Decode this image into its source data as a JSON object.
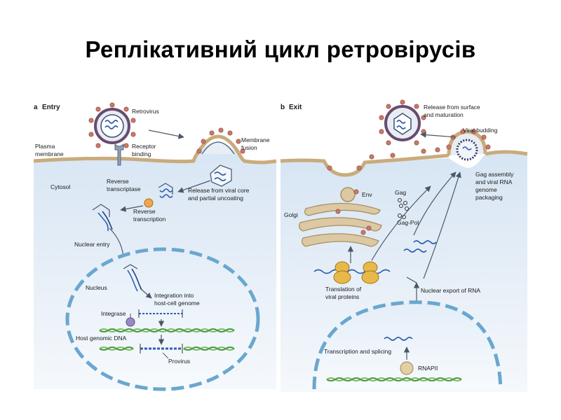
{
  "slide": {
    "title": "Реплікативний цикл ретровірусів"
  },
  "panel_a": {
    "letter": "a",
    "heading": "Entry",
    "retrovirus": "Retrovirus",
    "receptor_binding": [
      "Receptor",
      "binding"
    ],
    "membrane_fusion": [
      "Membrane",
      "fusion"
    ],
    "plasma_membrane": [
      "Plasma",
      "membrane"
    ],
    "cytosol": "Cytosol",
    "reverse_transcriptase": [
      "Reverse",
      "transcriptase"
    ],
    "release_uncoating": [
      "Release from viral core",
      "and partial uncoating"
    ],
    "reverse_transcription": [
      "Reverse",
      "transcription"
    ],
    "nuclear_entry": "Nuclear entry",
    "nucleus": "Nucleus",
    "integration": [
      "Integration into",
      "host-cell genome"
    ],
    "integrase": "Integrase",
    "host_genomic_dna": "Host genomic DNA",
    "provirus": "Provirus"
  },
  "panel_b": {
    "letter": "b",
    "heading": "Exit",
    "release_surface": [
      "Release from surface",
      "and maturation"
    ],
    "viral_budding": "Viral budding",
    "gag_assembly": [
      "Gag assembly",
      "and viral RNA",
      "genome",
      "packaging"
    ],
    "env": "Env",
    "gag": "Gag",
    "gag_pol": "Gag-Pol",
    "golgi": "Golgi",
    "translation": [
      "Translation of",
      "viral proteins"
    ],
    "nuclear_export": "Nuclear export of RNA",
    "transcription_splicing": "Transcription and splicing",
    "rnapii": "RNAPII"
  },
  "colors": {
    "cytosol_top": "#dbe7f4",
    "cytosol_bottom": "#f4f8fc",
    "membrane": "#c9ab7c",
    "nucleus_border": "#6aa7cf",
    "rna": "#2f5fb0",
    "dna_green": "#7fbf6a",
    "spike": "#c8786a",
    "golgi": "#dcc8a3",
    "arrow": "#4a5866"
  }
}
